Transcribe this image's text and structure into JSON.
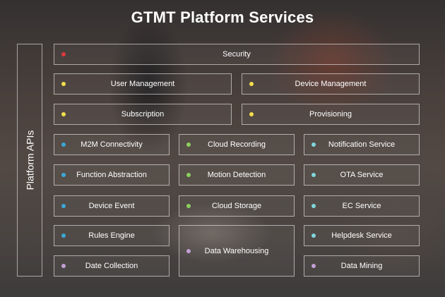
{
  "title": "GTMT Platform Services",
  "side_label": "Platform APIs",
  "colors": {
    "red": "#e0373c",
    "yellow": "#f3de4b",
    "blue": "#3aa8d6",
    "green": "#8ccf5e",
    "cyan": "#7fd6dc",
    "purple": "#c49fd6"
  },
  "services": {
    "security": "Security",
    "user_management": "User Management",
    "device_management": "Device Management",
    "subscription": "Subscription",
    "provisioning": "Provisioning",
    "m2m_connectivity": "M2M Connectivity",
    "function_abstraction": "Function Abstraction",
    "device_event": "Device Event",
    "rules_engine": "Rules Engine",
    "date_collection": "Date Collection",
    "cloud_recording": "Cloud Recording",
    "motion_detection": "Motion Detection",
    "cloud_storage": "Cloud Storage",
    "data_warehousing": "Data Warehousing",
    "notification_service": "Notification Service",
    "ota_service": "OTA Service",
    "ec_service": "EC Service",
    "helpdesk_service": "Helpdesk Service",
    "data_mining": "Data Mining"
  }
}
